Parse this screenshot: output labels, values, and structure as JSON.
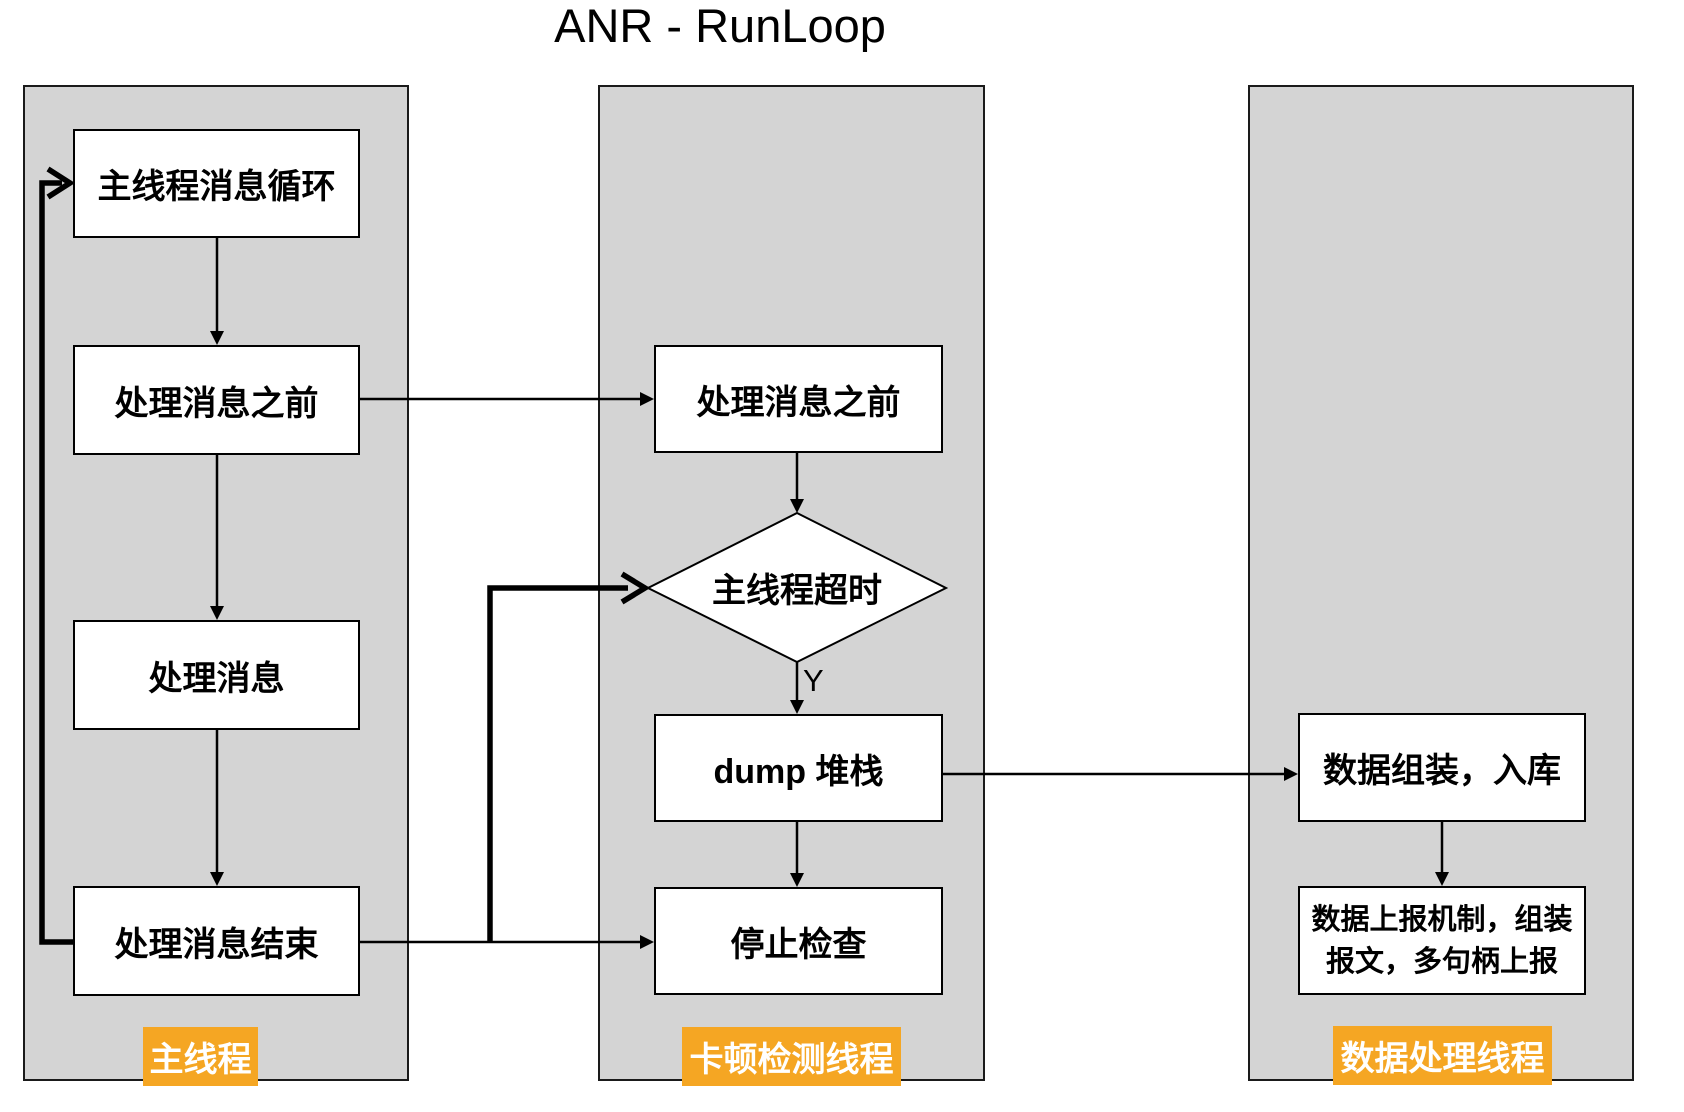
{
  "title": "ANR - RunLoop",
  "colors": {
    "lane_fill": "#D4D4D4",
    "lane_border": "#1a1a1a",
    "node_fill": "#FFFFFF",
    "node_border": "#000000",
    "label_bg": "#F5A623",
    "label_text": "#FFFFFF",
    "line_color": "#000000",
    "title_color": "#000000"
  },
  "lanes": [
    {
      "label": "主线程"
    },
    {
      "label": "卡顿检测线程"
    },
    {
      "label": "数据处理线程"
    }
  ],
  "nodes": {
    "main_runloop": "主线程消息循环",
    "main_before_msg": "处理消息之前",
    "main_process_msg": "处理消息",
    "main_msg_end": "处理消息结束",
    "watch_before_msg": "处理消息之前",
    "watch_timeout_decision": "主线程超时",
    "watch_dump_stack": "dump 堆栈",
    "watch_stop_check": "停止检查",
    "data_assemble_store": "数据组装，入库",
    "data_report_line1": "数据上报机制，组装",
    "data_report_line2": "报文，多句柄上报"
  },
  "edge_labels": {
    "timeout_yes": "Y"
  }
}
